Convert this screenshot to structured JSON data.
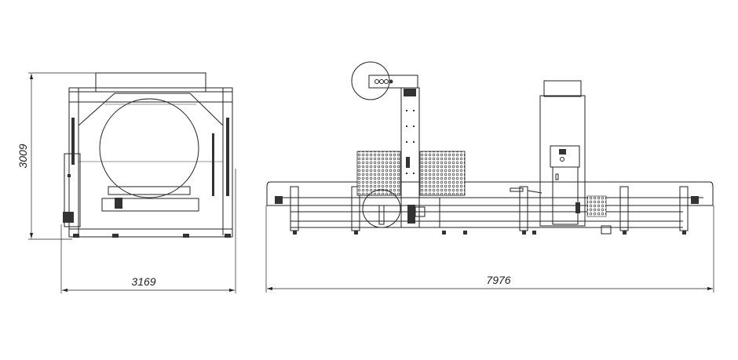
{
  "drawing": {
    "front_view": {
      "height_dimension": "3009",
      "width_dimension": "3169"
    },
    "side_view": {
      "length_dimension": "7976"
    },
    "line_color": "#222222",
    "background": "#ffffff"
  }
}
